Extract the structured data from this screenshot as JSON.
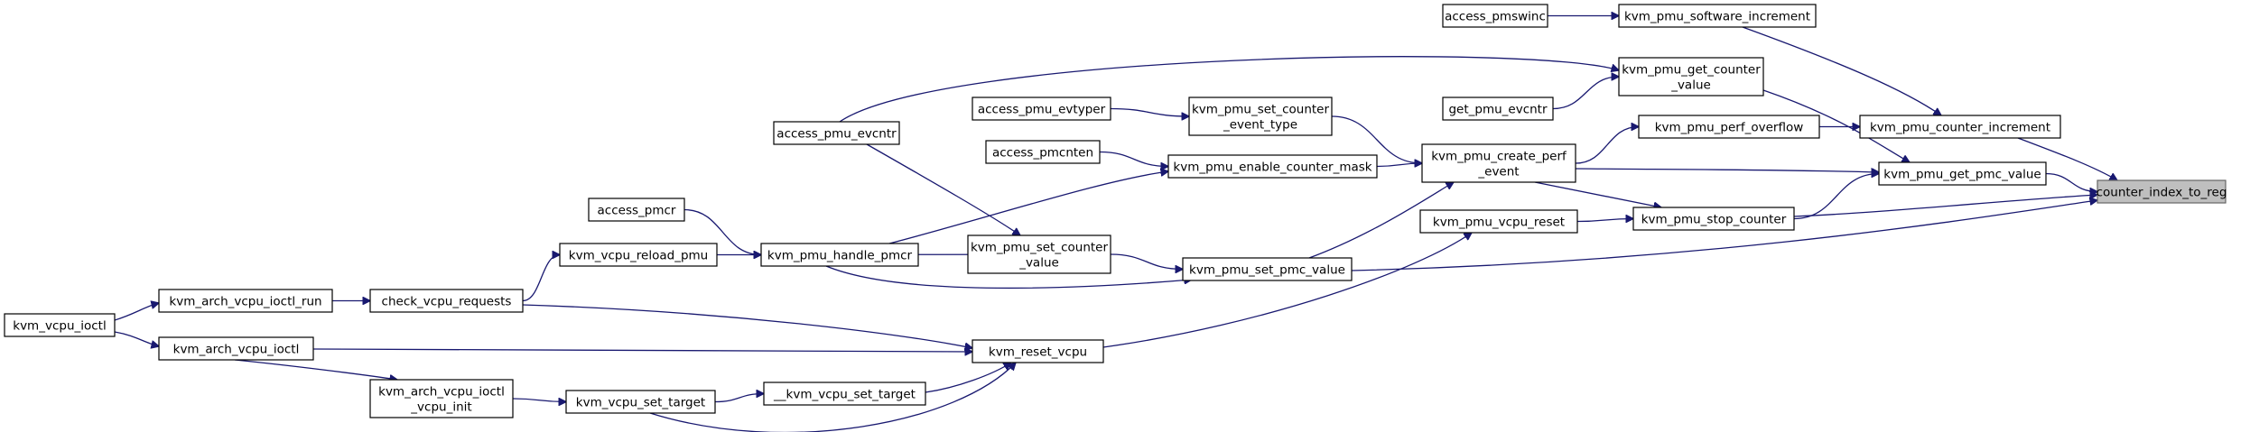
{
  "graph": {
    "root": "counter_index_to_reg",
    "colors": {
      "edge": "#191970",
      "root_fill": "#bfbfbf",
      "node_fill": "#ffffff",
      "border": "#000000"
    },
    "nodes": [
      {
        "id": "counter_index_to_reg",
        "lines": [
          "counter_index_to_reg"
        ]
      },
      {
        "id": "access_pmswinc",
        "lines": [
          "access_pmswinc"
        ]
      },
      {
        "id": "kvm_pmu_software_increment",
        "lines": [
          "kvm_pmu_software_increment"
        ]
      },
      {
        "id": "kvm_pmu_get_counter_value",
        "lines": [
          "kvm_pmu_get_counter",
          "_value"
        ]
      },
      {
        "id": "get_pmu_evcntr",
        "lines": [
          "get_pmu_evcntr"
        ]
      },
      {
        "id": "kvm_pmu_counter_increment",
        "lines": [
          "kvm_pmu_counter_increment"
        ]
      },
      {
        "id": "access_pmu_evtyper",
        "lines": [
          "access_pmu_evtyper"
        ]
      },
      {
        "id": "kvm_pmu_set_counter_event_type",
        "lines": [
          "kvm_pmu_set_counter",
          "_event_type"
        ]
      },
      {
        "id": "kvm_pmu_perf_overflow",
        "lines": [
          "kvm_pmu_perf_overflow"
        ]
      },
      {
        "id": "access_pmu_evcntr",
        "lines": [
          "access_pmu_evcntr"
        ]
      },
      {
        "id": "access_pmcnten",
        "lines": [
          "access_pmcnten"
        ]
      },
      {
        "id": "kvm_pmu_enable_counter_mask",
        "lines": [
          "kvm_pmu_enable_counter_mask"
        ]
      },
      {
        "id": "kvm_pmu_create_perf_event",
        "lines": [
          "kvm_pmu_create_perf",
          "_event"
        ]
      },
      {
        "id": "kvm_pmu_get_pmc_value",
        "lines": [
          "kvm_pmu_get_pmc_value"
        ]
      },
      {
        "id": "access_pmcr",
        "lines": [
          "access_pmcr"
        ]
      },
      {
        "id": "kvm_pmu_vcpu_reset",
        "lines": [
          "kvm_pmu_vcpu_reset"
        ]
      },
      {
        "id": "kvm_pmu_stop_counter",
        "lines": [
          "kvm_pmu_stop_counter"
        ]
      },
      {
        "id": "kvm_vcpu_reload_pmu",
        "lines": [
          "kvm_vcpu_reload_pmu"
        ]
      },
      {
        "id": "kvm_pmu_handle_pmcr",
        "lines": [
          "kvm_pmu_handle_pmcr"
        ]
      },
      {
        "id": "kvm_pmu_set_counter_value",
        "lines": [
          "kvm_pmu_set_counter",
          "_value"
        ]
      },
      {
        "id": "kvm_pmu_set_pmc_value",
        "lines": [
          "kvm_pmu_set_pmc_value"
        ]
      },
      {
        "id": "kvm_arch_vcpu_ioctl_run",
        "lines": [
          "kvm_arch_vcpu_ioctl_run"
        ]
      },
      {
        "id": "check_vcpu_requests",
        "lines": [
          "check_vcpu_requests"
        ]
      },
      {
        "id": "kvm_vcpu_ioctl",
        "lines": [
          "kvm_vcpu_ioctl"
        ]
      },
      {
        "id": "kvm_arch_vcpu_ioctl",
        "lines": [
          "kvm_arch_vcpu_ioctl"
        ]
      },
      {
        "id": "kvm_reset_vcpu",
        "lines": [
          "kvm_reset_vcpu"
        ]
      },
      {
        "id": "kvm_arch_vcpu_ioctl_vcpu_init",
        "lines": [
          "kvm_arch_vcpu_ioctl",
          "_vcpu_init"
        ]
      },
      {
        "id": "kvm_vcpu_set_target",
        "lines": [
          "kvm_vcpu_set_target"
        ]
      },
      {
        "id": "__kvm_vcpu_set_target",
        "lines": [
          "__kvm_vcpu_set_target"
        ]
      }
    ],
    "edges": [
      {
        "from": "access_pmswinc",
        "to": "kvm_pmu_software_increment"
      },
      {
        "from": "kvm_pmu_software_increment",
        "to": "kvm_pmu_counter_increment"
      },
      {
        "from": "kvm_pmu_counter_increment",
        "to": "counter_index_to_reg"
      },
      {
        "from": "access_pmu_evcntr",
        "to": "kvm_pmu_get_counter_value"
      },
      {
        "from": "get_pmu_evcntr",
        "to": "kvm_pmu_get_counter_value"
      },
      {
        "from": "kvm_pmu_get_counter_value",
        "to": "kvm_pmu_get_pmc_value"
      },
      {
        "from": "kvm_pmu_perf_overflow",
        "to": "kvm_pmu_counter_increment"
      },
      {
        "from": "kvm_pmu_get_pmc_value",
        "to": "counter_index_to_reg"
      },
      {
        "from": "kvm_pmu_stop_counter",
        "to": "kvm_pmu_get_pmc_value"
      },
      {
        "from": "kvm_pmu_stop_counter",
        "to": "counter_index_to_reg"
      },
      {
        "from": "kvm_pmu_set_pmc_value",
        "to": "counter_index_to_reg"
      },
      {
        "from": "kvm_pmu_create_perf_event",
        "to": "kvm_pmu_perf_overflow"
      },
      {
        "from": "kvm_pmu_create_perf_event",
        "to": "kvm_pmu_get_pmc_value"
      },
      {
        "from": "kvm_pmu_create_perf_event",
        "to": "kvm_pmu_stop_counter"
      },
      {
        "from": "kvm_pmu_vcpu_reset",
        "to": "kvm_pmu_stop_counter"
      },
      {
        "from": "access_pmu_evtyper",
        "to": "kvm_pmu_set_counter_event_type"
      },
      {
        "from": "kvm_pmu_set_counter_event_type",
        "to": "kvm_pmu_create_perf_event"
      },
      {
        "from": "access_pmcnten",
        "to": "kvm_pmu_enable_counter_mask"
      },
      {
        "from": "kvm_pmu_enable_counter_mask",
        "to": "kvm_pmu_create_perf_event"
      },
      {
        "from": "kvm_pmu_set_pmc_value",
        "to": "kvm_pmu_create_perf_event"
      },
      {
        "from": "kvm_pmu_handle_pmcr",
        "to": "kvm_pmu_enable_counter_mask"
      },
      {
        "from": "access_pmcr",
        "to": "kvm_pmu_handle_pmcr"
      },
      {
        "from": "kvm_vcpu_reload_pmu",
        "to": "kvm_pmu_handle_pmcr"
      },
      {
        "from": "kvm_pmu_set_counter_value",
        "to": "kvm_pmu_handle_pmcr"
      },
      {
        "from": "access_pmu_evcntr",
        "to": "kvm_pmu_set_counter_value"
      },
      {
        "from": "kvm_pmu_set_counter_value",
        "to": "kvm_pmu_set_pmc_value"
      },
      {
        "from": "kvm_pmu_handle_pmcr",
        "to": "kvm_pmu_set_pmc_value"
      },
      {
        "from": "check_vcpu_requests",
        "to": "kvm_vcpu_reload_pmu"
      },
      {
        "from": "kvm_arch_vcpu_ioctl_run",
        "to": "check_vcpu_requests"
      },
      {
        "from": "kvm_vcpu_ioctl",
        "to": "kvm_arch_vcpu_ioctl_run"
      },
      {
        "from": "kvm_vcpu_ioctl",
        "to": "kvm_arch_vcpu_ioctl"
      },
      {
        "from": "kvm_arch_vcpu_ioctl",
        "to": "kvm_arch_vcpu_ioctl_vcpu_init"
      },
      {
        "from": "kvm_arch_vcpu_ioctl_vcpu_init",
        "to": "kvm_vcpu_set_target"
      },
      {
        "from": "kvm_vcpu_set_target",
        "to": "__kvm_vcpu_set_target"
      },
      {
        "from": "kvm_reset_vcpu",
        "to": "kvm_pmu_vcpu_reset"
      },
      {
        "from": "check_vcpu_requests",
        "to": "kvm_reset_vcpu"
      },
      {
        "from": "kvm_arch_vcpu_ioctl",
        "to": "kvm_reset_vcpu"
      },
      {
        "from": "__kvm_vcpu_set_target",
        "to": "kvm_reset_vcpu"
      },
      {
        "from": "kvm_vcpu_set_target",
        "to": "kvm_reset_vcpu"
      }
    ]
  }
}
